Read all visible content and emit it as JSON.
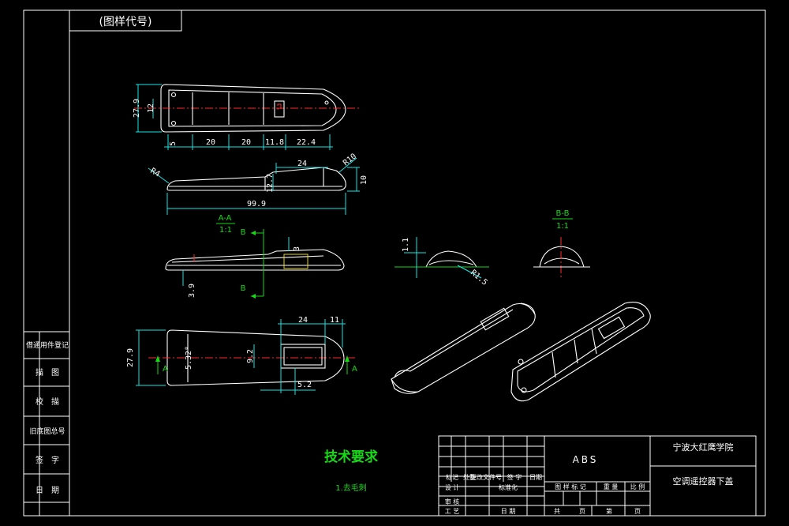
{
  "drawing": {
    "title_box": "(图样代号)",
    "left_strip": [
      "借通用件登记",
      "描　图",
      "校　描",
      "旧底图总号",
      "签　字",
      "日　期"
    ],
    "dimensions": {
      "top_view": {
        "height_outer": "27.9",
        "height_inner": "12",
        "d1": "5",
        "d2": "20",
        "d3": "20",
        "d4": "11.8",
        "d5": "22.4"
      },
      "side_view": {
        "r_left": "R4",
        "r_right": "R10",
        "top_len": "24",
        "h1": "12.7",
        "h2": "10",
        "length": "99.9"
      },
      "section_aa": {
        "label": "A-A",
        "scale": "1:1",
        "b_top": "B",
        "b_bottom": "B",
        "h": "3",
        "depth": "3.9"
      },
      "bottom_view": {
        "height": "27.9",
        "inner": "5.32°",
        "slot_h": "9.2",
        "w1": "24",
        "w2": "11",
        "w3": "5.2",
        "arrow_left": "A",
        "arrow_right": "A"
      },
      "detail": {
        "h": "1.1",
        "r": "R1.5"
      },
      "section_bb": {
        "label": "B-B",
        "scale": "1:1"
      }
    },
    "tech_req": {
      "title": "技术要求",
      "item": "1.去毛刺"
    },
    "title_block": {
      "material": "ABS",
      "school": "宁波大红鹰学院",
      "part_name": "空调遥控器下盖",
      "row_labels": [
        "标记",
        "处数",
        "更改文件号",
        "签 字",
        "日期"
      ],
      "design": "设 计",
      "standard": "标准化",
      "review": "审 核",
      "process": "工 艺",
      "date": "日 期",
      "cols": [
        "图 样 标 记",
        "重 量",
        "比 例"
      ],
      "sheet": [
        "共",
        "页",
        "第",
        "页"
      ]
    }
  }
}
